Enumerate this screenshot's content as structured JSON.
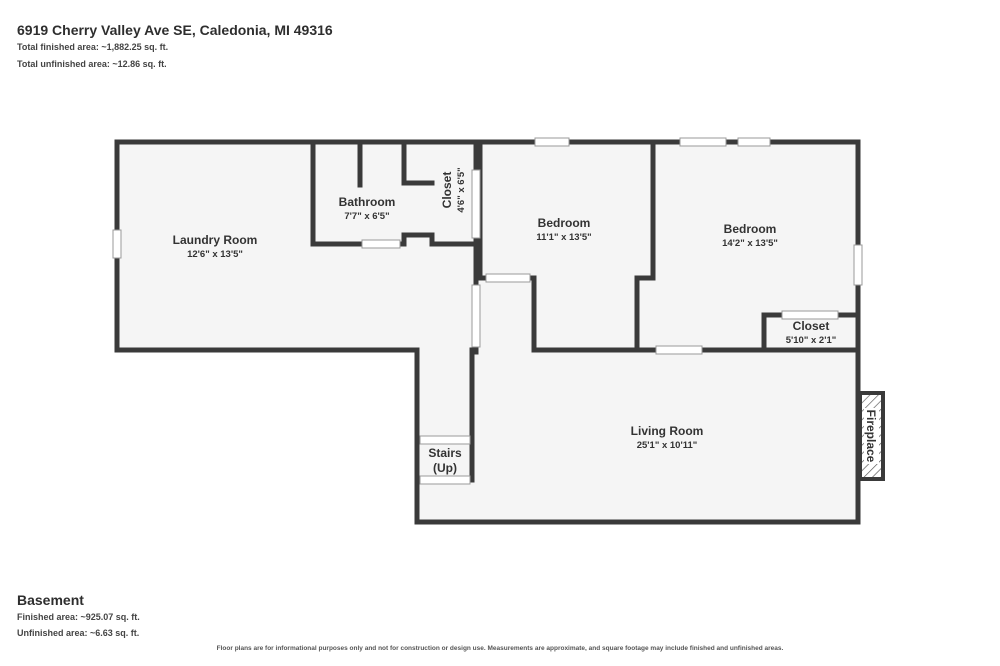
{
  "header": {
    "address": "6919 Cherry Valley Ave SE, Caledonia, MI 49316",
    "total_finished": "Total finished area: ~1,882.25 sq. ft.",
    "total_unfinished": "Total unfinished area: ~12.86 sq. ft."
  },
  "rooms": {
    "laundry": {
      "name": "Laundry Room",
      "dims": "12'6\" x 13'5\""
    },
    "bathroom": {
      "name": "Bathroom",
      "dims": "7'7\" x 6'5\""
    },
    "closet_vertical": {
      "name": "Closet",
      "dims": "4'6\" x 6'5\""
    },
    "bedroom1": {
      "name": "Bedroom",
      "dims": "11'1\" x 13'5\""
    },
    "bedroom2": {
      "name": "Bedroom",
      "dims": "14'2\" x 13'5\""
    },
    "closet2": {
      "name": "Closet",
      "dims": "5'10\" x 2'1\""
    },
    "living": {
      "name": "Living Room",
      "dims": "25'1\" x 10'11\""
    },
    "stairs": {
      "line1": "Stairs",
      "line2": "(Up)"
    },
    "fireplace": {
      "name": "Fireplace"
    }
  },
  "floor": {
    "name": "Basement",
    "finished": "Finished area: ~925.07 sq. ft.",
    "unfinished": "Unfinished area: ~6.63 sq. ft."
  },
  "disclaimer": "Floor plans are for informational purposes only and not for construction or design use. Measurements are approximate, and square footage may include finished and unfinished areas.",
  "colors": {
    "wall": "#3a3a3a",
    "floor": "#f5f5f5",
    "opening": "#ffffff"
  }
}
